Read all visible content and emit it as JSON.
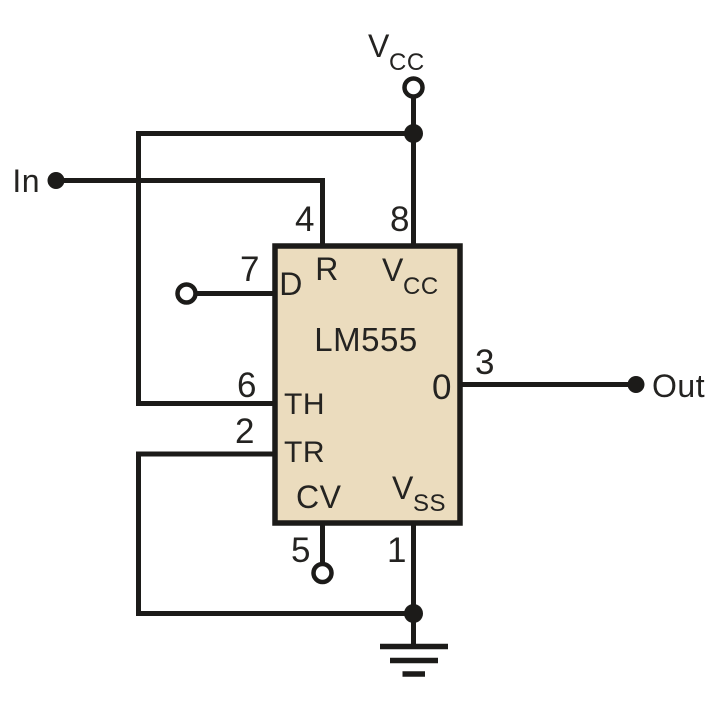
{
  "colors": {
    "background": "#ffffff",
    "ic_fill": "#ebdcbe",
    "line": "#1c1b19",
    "text": "#242321"
  },
  "terminals": {
    "supply_base": "V",
    "supply_sub": "CC",
    "input": "In",
    "output": "Out"
  },
  "ic": {
    "title": "LM555",
    "pin_d": "D",
    "pin_r": "R",
    "pin_vcc_base": "V",
    "pin_vcc_sub": "CC",
    "pin_th": "TH",
    "pin_tr": "TR",
    "pin_cv": "CV",
    "pin_vss_base": "V",
    "pin_vss_sub": "SS",
    "pin_o": "0"
  },
  "pin_numbers": {
    "reset": "4",
    "discharge": "7",
    "vcc": "8",
    "threshold": "6",
    "trigger": "2",
    "control": "5",
    "ground": "1",
    "output": "3"
  }
}
